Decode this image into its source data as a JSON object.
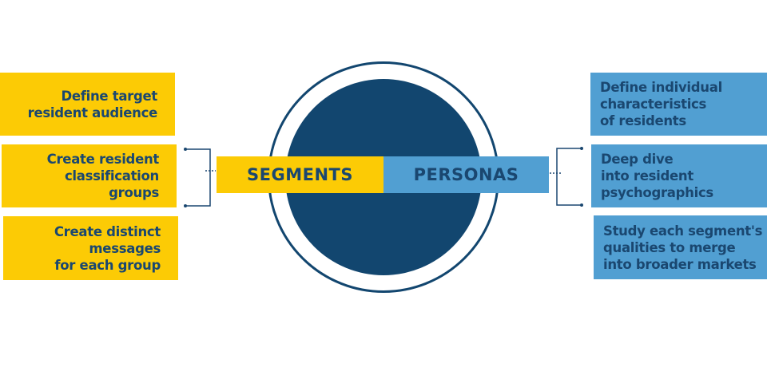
{
  "center": {
    "left_label": "SEGMENTS",
    "right_label": "PERSONAS"
  },
  "segments": {
    "items": [
      {
        "lines": [
          "Define target",
          "resident audience"
        ]
      },
      {
        "lines": [
          "Create resident",
          "classification",
          "groups"
        ]
      },
      {
        "lines": [
          "Create distinct",
          "messages",
          "for each group"
        ]
      }
    ]
  },
  "personas": {
    "items": [
      {
        "lines": [
          "Define individual",
          "characteristics",
          "of residents"
        ]
      },
      {
        "lines": [
          "Deep dive",
          "into resident",
          "psychographics"
        ]
      },
      {
        "lines": [
          "Study each segment's",
          "qualities to merge",
          "into broader markets"
        ]
      }
    ]
  },
  "colors": {
    "segments": "#fccb05",
    "personas": "#519fd2",
    "navy": "#12466f",
    "text": "#1a4770"
  }
}
